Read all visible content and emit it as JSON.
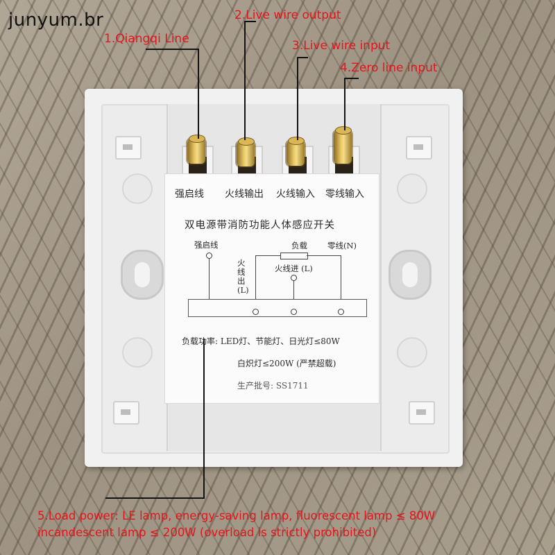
{
  "watermark": "junyum.br",
  "callouts": {
    "c1": "1.Qiangqi Line",
    "c2": "2.Live wire output",
    "c3": "3.Live wire input",
    "c4": "4.Zero line input",
    "c5_line1": "5.Load power: LE lamp, energy-saving lamp, fluorescent lamp ≤ 80W",
    "c5_line2": "incandescent lamp ≤ 200W (overload is strictly prohibited)"
  },
  "label": {
    "terminals": [
      "强启线",
      "火线输出",
      "火线输入",
      "零线输入"
    ],
    "title": "双电源带消防功能人体感应开关",
    "diagram": {
      "qiangqi": "强启线",
      "load": "负载",
      "zero": "零线(N)",
      "live_in": "火线进 (L)",
      "live_out_v": "火\n线\n出\n(L)"
    },
    "power_line1": "负载功率: LED灯、节能灯、日光灯≤80W",
    "power_line2": "白炽灯≤200W (严禁超载)",
    "batch": "生产批号: SS1711"
  },
  "colors": {
    "callout": "#e3141a",
    "leader": "#111111"
  }
}
